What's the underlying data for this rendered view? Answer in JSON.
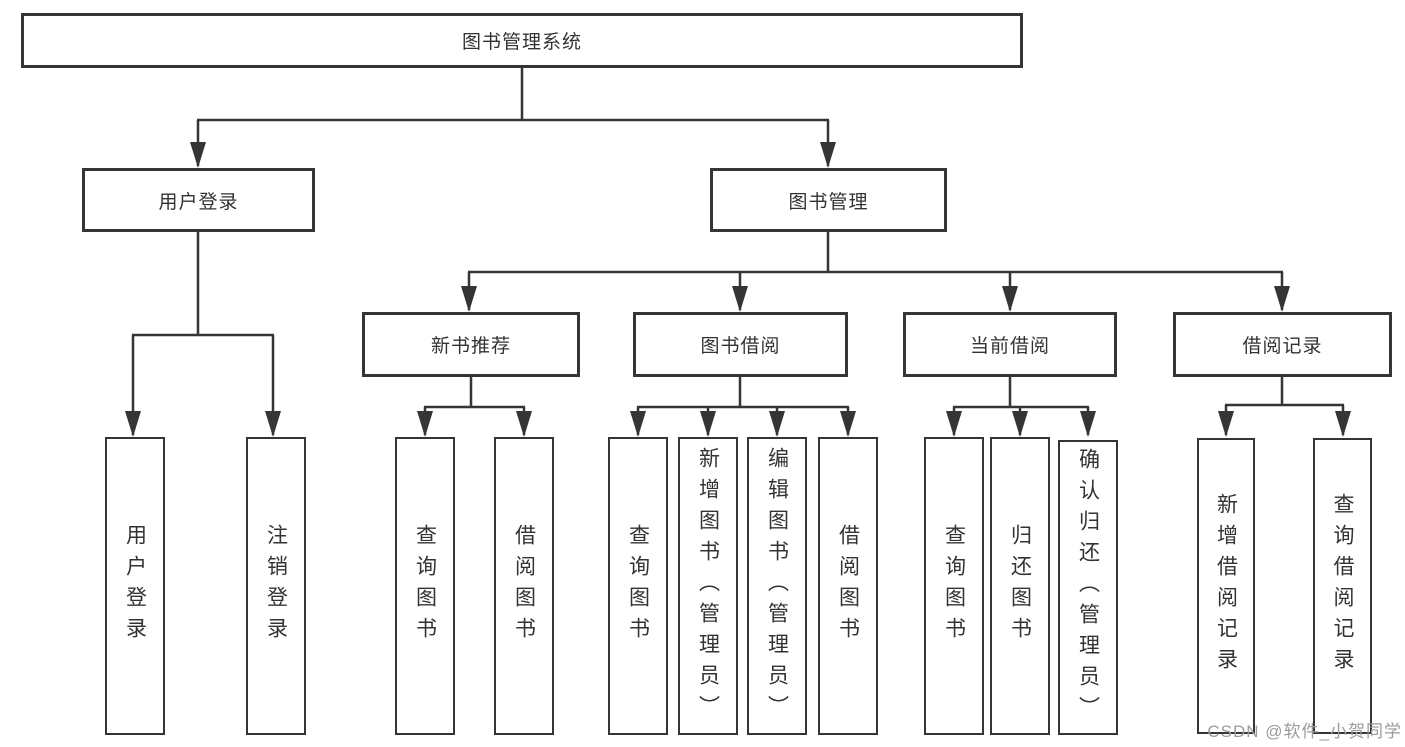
{
  "nodes": {
    "root": "图书管理系统",
    "l2": [
      "用户登录",
      "图书管理"
    ],
    "l3": [
      "新书推荐",
      "图书借阅",
      "当前借阅",
      "借阅记录"
    ],
    "l4": [
      "用户登录",
      "注销登录",
      "查询图书",
      "借阅图书",
      "查询图书",
      "新增图书（管理员）",
      "编辑图书（管理员）",
      "借阅图书",
      "查询图书",
      "归还图书",
      "确认归还（管理员）",
      "新增借阅记录",
      "查询借阅记录"
    ]
  },
  "watermark": "CSDN @软件_小贺同学",
  "colors": {
    "line": "#353535",
    "box_border": "#353535",
    "text": "#333333",
    "watermark": "#9b9ba1",
    "background": "#ffffff"
  }
}
